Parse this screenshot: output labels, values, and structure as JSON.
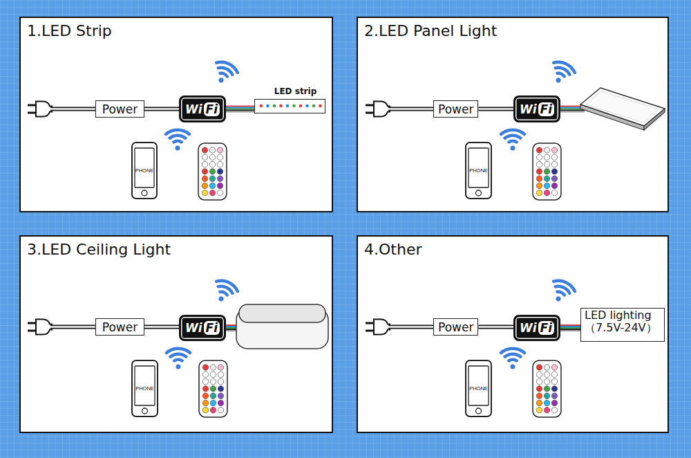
{
  "diagram": {
    "nodes": [
      {
        "text": [
          "1.LED Strip"
        ]
      },
      {
        "text": [
          "Power"
        ],
        "in": 0
      },
      {
        "text": [
          "Wi",
          "Fi"
        ],
        "in": 0
      },
      {
        "text": [
          "LED strip"
        ],
        "in": 0
      },
      {
        "text": [
          "PHONE"
        ],
        "in": 0
      },
      {
        "text": [
          "2.LED Panel Light"
        ]
      },
      {
        "text": [
          "Power"
        ],
        "in": 5
      },
      {
        "text": [
          "Wi",
          "Fi"
        ],
        "in": 5
      },
      {
        "text": [
          "PHONE"
        ],
        "in": 5
      },
      {
        "text": [
          "3.LED Ceiling Light"
        ]
      },
      {
        "text": [
          "Power"
        ],
        "in": 9
      },
      {
        "text": [
          "Wi",
          "Fi"
        ],
        "in": 9
      },
      {
        "text": [
          "PHONE"
        ],
        "in": 9
      },
      {
        "text": [
          "4.Other"
        ]
      },
      {
        "text": [
          "Power"
        ],
        "in": 13
      },
      {
        "text": [
          "Wi",
          "Fi"
        ],
        "in": 13
      },
      {
        "text": [
          "LED lighting （7.5V-24V）"
        ],
        "in": 13
      },
      {
        "text": [
          "PHONE"
        ],
        "in": 13
      }
    ],
    "edges": [
      {
        "from": 1,
        "to": 2,
        "arrow": "none"
      },
      {
        "from": 2,
        "to": 3,
        "arrow": "none"
      },
      {
        "from": 6,
        "to": 7,
        "arrow": "none"
      },
      {
        "from": 10,
        "to": 11,
        "arrow": "none"
      },
      {
        "from": 14,
        "to": 15,
        "arrow": "none"
      },
      {
        "from": 15,
        "to": 16,
        "arrow": "none"
      }
    ]
  }
}
